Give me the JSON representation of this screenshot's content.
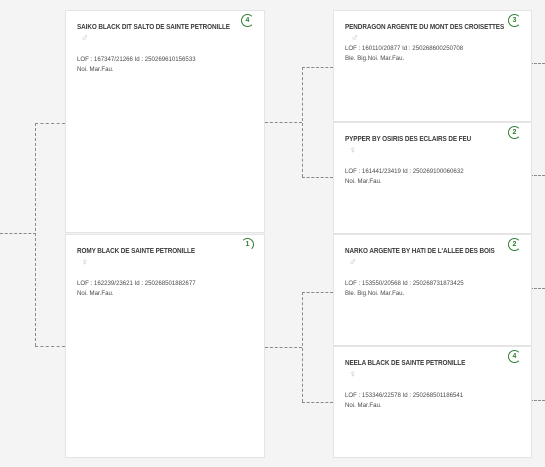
{
  "parents": [
    {
      "name": "SAIKO BLACK DIT SALTO DE SAINTE PETRONILLE",
      "sex_symbol": "♂",
      "ids": "LOF : 167347/21266   Id : 250269610156533",
      "colors": "Noi. Mar.Fau.",
      "badge": "4"
    },
    {
      "name": "ROMY BLACK DE SAINTE PETRONILLE",
      "sex_symbol": "♀",
      "ids": "LOF : 162239/23621   Id : 250268501882677",
      "colors": "Noi. Mar.Fau.",
      "badge": "1"
    }
  ],
  "grandparents": [
    {
      "name": "PENDRAGON ARGENTE DU MONT DES CROISETTES",
      "sex_symbol": "♂",
      "ids": "LOF : 160110/20877   Id : 250268600250708",
      "colors": "Ble. Big.Noi. Mar.Fau.",
      "badge": "3"
    },
    {
      "name": "PYPPER BY OSIRIS DES ECLAIRS DE FEU",
      "sex_symbol": "♀",
      "ids": "LOF : 161441/23419   Id : 250269100060632",
      "colors": "Noi. Mar.Fau.",
      "badge": "2"
    },
    {
      "name": "NARKO ARGENTE BY HATI DE L'ALLEE DES BOIS",
      "sex_symbol": "♂",
      "ids": "LOF : 153550/20568   Id : 250268731873425",
      "colors": "Ble. Big.Noi. Mar.Fau.",
      "badge": "2"
    },
    {
      "name": "NEELA BLACK DE SAINTE PETRONILLE",
      "sex_symbol": "♀",
      "ids": "LOF : 153346/22578   Id : 250268501186541",
      "colors": "Noi. Mar.Fau.",
      "badge": "4"
    }
  ],
  "theme": {
    "accent": "#2e7d32",
    "background": "#f4f4f4",
    "card": "#ffffff"
  }
}
